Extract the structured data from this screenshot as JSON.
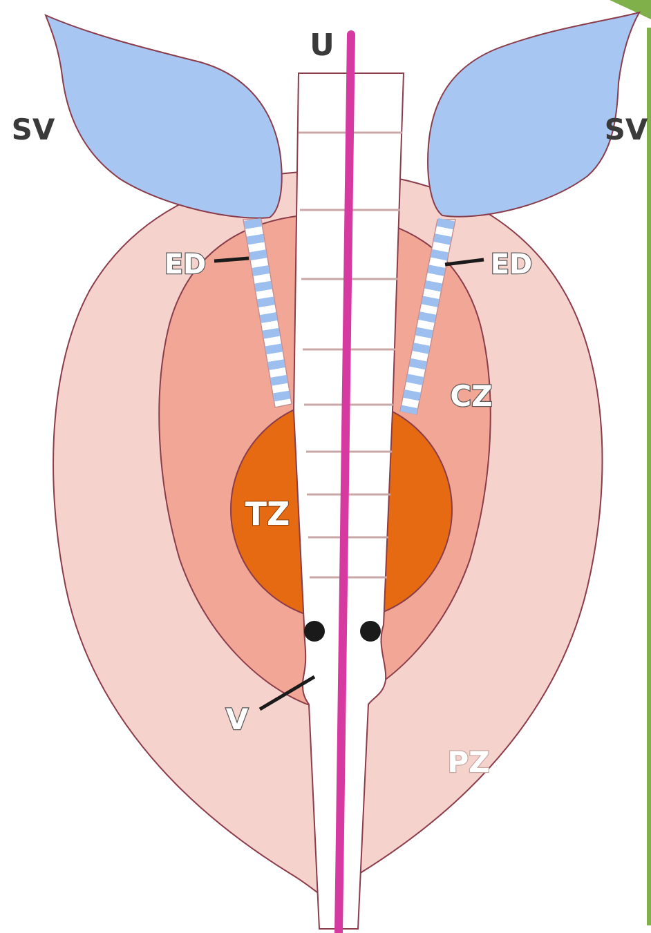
{
  "labels": {
    "urethra": "U",
    "seminal_vesicle_left": "SV",
    "seminal_vesicle_right": "SV",
    "ejaculatory_duct_left": "ED",
    "ejaculatory_duct_right": "ED",
    "central_zone": "CZ",
    "transition_zone": "TZ",
    "peripheral_zone": "PZ",
    "verumontanum": "V"
  },
  "colors": {
    "peripheral_zone": "#f6d2cc",
    "central_zone": "#f2a796",
    "transition_zone": "#e56a12",
    "seminal_vesicle": "#a8c6f2",
    "duct_stripe": "#9dbff0",
    "urethra_line": "#d63aa0",
    "outline": "#8a3c4a",
    "corner_accent": "#7fb04a"
  }
}
